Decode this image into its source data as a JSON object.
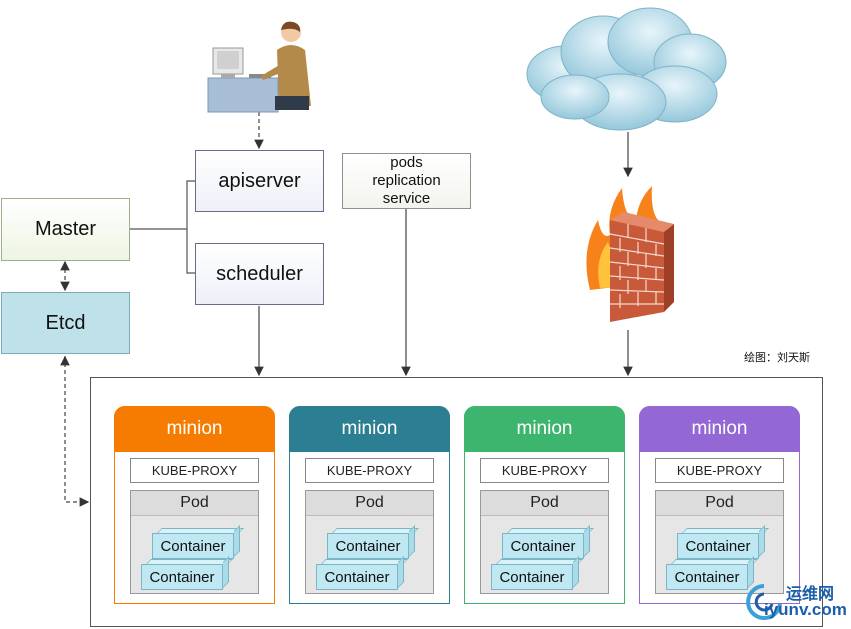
{
  "labels": {
    "apiserver": "apiserver",
    "scheduler": "scheduler",
    "master": "Master",
    "etcd": "Etcd",
    "pods_line1": "pods",
    "pods_line2": "replication",
    "pods_line3": "service",
    "credit": "绘图：刘天斯"
  },
  "minions": [
    {
      "title": "minion",
      "color": "#f57c00",
      "proxy": "KUBE-PROXY",
      "pod": "Pod",
      "containers": [
        "Container",
        "Container"
      ]
    },
    {
      "title": "minion",
      "color": "#2c7f92",
      "proxy": "KUBE-PROXY",
      "pod": "Pod",
      "containers": [
        "Container",
        "Container"
      ]
    },
    {
      "title": "minion",
      "color": "#3eb56e",
      "proxy": "KUBE-PROXY",
      "pod": "Pod",
      "containers": [
        "Container",
        "Container"
      ]
    },
    {
      "title": "minion",
      "color": "#9367d4",
      "proxy": "KUBE-PROXY",
      "pod": "Pod",
      "containers": [
        "Container",
        "Container"
      ]
    }
  ],
  "watermark": {
    "top": "运维网",
    "bottom": "iyunv.com"
  },
  "icons": [
    "user-at-computer-icon",
    "cloud-icon",
    "firewall-icon"
  ]
}
